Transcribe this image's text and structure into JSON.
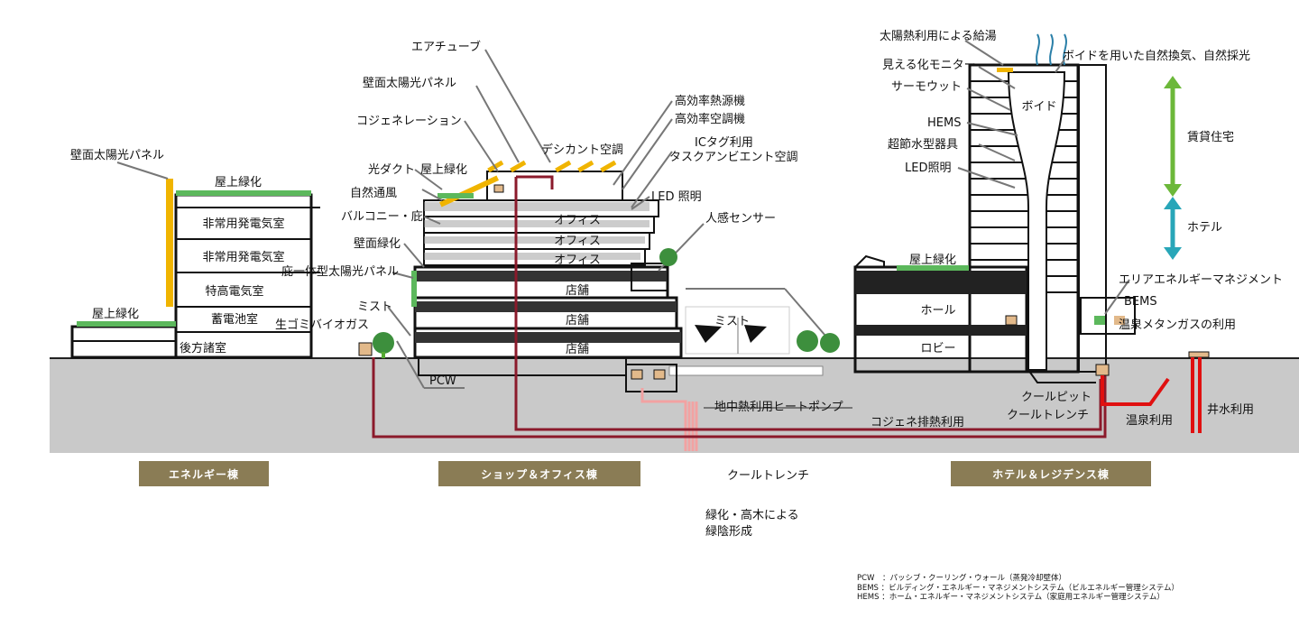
{
  "labels": {
    "energy": {
      "wall_solar": "壁面太陽光パネル",
      "roof_green_top": "屋上緑化",
      "gen_room_1": "非常用発電気室",
      "gen_room_2": "非常用発電気室",
      "hv_room": "特高電気室",
      "battery_room": "蓄電池室",
      "roof_green_low": "屋上緑化",
      "storage": "後方諸室"
    },
    "shop_office": {
      "air_tube": "エアチューブ",
      "wall_solar": "壁面太陽光パネル",
      "cogeneration": "コジェネレーション",
      "light_duct": "光ダクト",
      "roof_green": "屋上緑化",
      "natural_vent": "自然通風",
      "balcony": "バルコニー・庇",
      "wall_green": "壁面緑化",
      "eave_solar": "庇一体型太陽光パネル",
      "mist": "ミスト",
      "biogas": "生ゴミバイオガス",
      "pcw": "PCW",
      "desiccant": "デシカント空調",
      "hi_eff_heat": "高効率熱源機",
      "hi_eff_ac": "高効率空調機",
      "ic_tag": "ICタグ利用",
      "task_ambient": "タスクアンビエント空調",
      "led": "LED 照明",
      "motion_sensor": "人感センサー",
      "office_1": "オフィス",
      "office_2": "オフィス",
      "office_3": "オフィス",
      "shop_1": "店舗",
      "shop_2": "店舗",
      "shop_3": "店舗"
    },
    "center": {
      "mist": "ミスト",
      "geothermal": "地中熱利用ヒートポンプ",
      "cogen_heat": "コジェネ排熱利用"
    },
    "hotel": {
      "solar_hot_water": "太陽熱利用による給湯",
      "visual_monitor": "見える化モニター",
      "void_vent": "ボイドを用いた自然換気、自然採光",
      "thermostat": "サーモウット",
      "void": "ボイド",
      "hems": "HEMS",
      "water_fixture": "超節水型器具",
      "led": "LED照明",
      "rental": "賃貸住宅",
      "hotel": "ホテル",
      "roof_green": "屋上緑化",
      "hall": "ホール",
      "lobby": "ロビー",
      "area_energy": "エリアエネルギーマネジメント",
      "bems": "BEMS",
      "hot_spring_methane": "温泉メタンガスの利用",
      "cool_pit": "クールピット",
      "cool_trench": "クールトレンチ",
      "hot_spring_use": "温泉利用",
      "well_water": "井水利用"
    }
  },
  "captions": {
    "energy": "エネルギー棟",
    "shop_office": "ショップ＆オフィス棟",
    "cool_trench": "クールトレンチ",
    "hotel": "ホテル＆レジデンス棟"
  },
  "greening": {
    "line1": "緑化・高木による",
    "line2": "緑陰形成"
  },
  "legend": {
    "pcw": "PCW　：パッシブ・クーリング・ウォール（蒸発冷却壁体）",
    "bems": "BEMS ：ビルディング・エネルギー・マネジメントシステム（ビルエネルギー管理システム）",
    "hems": "HEMS ：ホーム・エネルギー・マネジメントシステム（家庭用エネルギー管理システム）"
  },
  "colors": {
    "ground": "#c9c9c9",
    "pipe_dark": "#8b1a2b",
    "pipe_red": "#e01010",
    "pipe_pink": "#f2a2a2",
    "solar": "#f0b400",
    "green": "#5cb85c",
    "arrow_green": "#6cb83a",
    "arrow_teal": "#28a6b8",
    "caption_bg": "#8a7c55"
  }
}
